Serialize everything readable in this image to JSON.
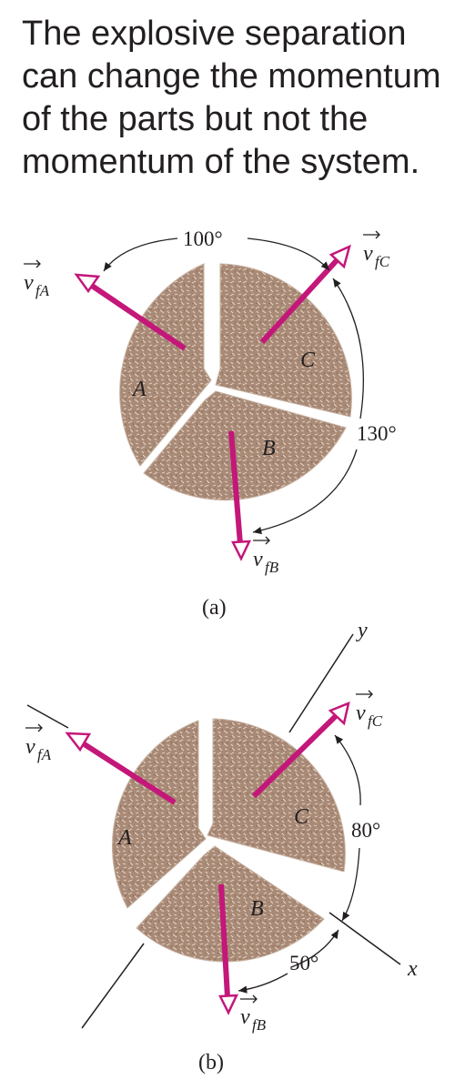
{
  "caption": {
    "lines": [
      "The explosive separation",
      "can change the momentum",
      "of the parts but not the",
      "momentum of the system."
    ]
  },
  "panel_a": {
    "label": "(a)",
    "angle_top": "100°",
    "angle_right": "130°",
    "piece_labels": {
      "a": "A",
      "b": "B",
      "c": "C"
    },
    "vectors": {
      "a": {
        "v": "v",
        "sub": "fA"
      },
      "b": {
        "v": "v",
        "sub": "fB"
      },
      "c": {
        "v": "v",
        "sub": "fC"
      }
    }
  },
  "panel_b": {
    "label": "(b)",
    "angle_right": "80°",
    "angle_bottom": "50°",
    "axis_x": "x",
    "axis_y": "y",
    "piece_labels": {
      "a": "A",
      "b": "B",
      "c": "C"
    },
    "vectors": {
      "a": {
        "v": "v",
        "sub": "fA"
      },
      "b": {
        "v": "v",
        "sub": "fB"
      },
      "c": {
        "v": "v",
        "sub": "fC"
      }
    }
  },
  "colors": {
    "text": "#231f20",
    "piece": "#a98a76",
    "arrow": "#c4177a"
  }
}
